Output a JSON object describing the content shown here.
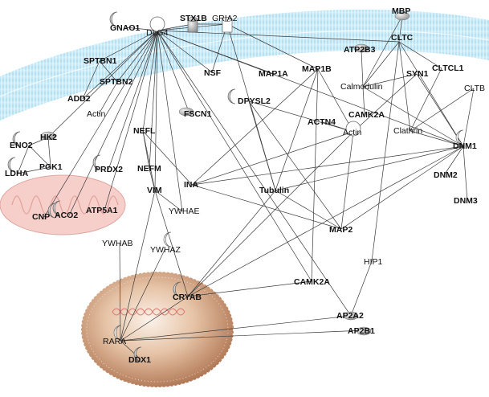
{
  "nodes": [
    {
      "id": "GNAO1",
      "label": "GNAO1",
      "bold": true,
      "shape": "gray-crescent"
    },
    {
      "id": "DLG4",
      "label": "DLG4",
      "bold": false,
      "shape": "white-circle"
    },
    {
      "id": "STX1B",
      "label": "STX1B",
      "bold": true,
      "shape": "gray-cylinder"
    },
    {
      "id": "GRIA2",
      "label": "GRIA2",
      "bold": false,
      "shape": "white-cylinder"
    },
    {
      "id": "MBP",
      "label": "MBP",
      "bold": true,
      "shape": "gray-ellipse"
    },
    {
      "id": "CLTC",
      "label": "CLTC",
      "bold": true,
      "shape": "none"
    },
    {
      "id": "ATP2B3",
      "label": "ATP2B3",
      "bold": true,
      "shape": "gray-ellipse"
    },
    {
      "id": "CLTCL1",
      "label": "CLTCL1",
      "bold": true,
      "shape": "none"
    },
    {
      "id": "SYN1",
      "label": "SYN1",
      "bold": true,
      "shape": "none"
    },
    {
      "id": "CLTB",
      "label": "CLTB",
      "bold": false,
      "shape": "none"
    },
    {
      "id": "Calmodulin",
      "label": "Calmodulin",
      "bold": false,
      "shape": "none"
    },
    {
      "id": "CAMK2A_top",
      "label": "CAMK2A",
      "bold": true,
      "shape": "none"
    },
    {
      "id": "Clathrin",
      "label": "Clathrin",
      "bold": false,
      "shape": "none"
    },
    {
      "id": "DNM1",
      "label": "DNM1",
      "bold": true,
      "shape": "white-crescent"
    },
    {
      "id": "DNM2",
      "label": "DNM2",
      "bold": true,
      "shape": "none"
    },
    {
      "id": "DNM3",
      "label": "DNM3",
      "bold": true,
      "shape": "none"
    },
    {
      "id": "SPTBN1",
      "label": "SPTBN1",
      "bold": true,
      "shape": "none"
    },
    {
      "id": "SPTBN2",
      "label": "SPTBN2",
      "bold": true,
      "shape": "none"
    },
    {
      "id": "ADD2",
      "label": "ADD2",
      "bold": true,
      "shape": "none"
    },
    {
      "id": "Actin_left",
      "label": "Actin",
      "bold": false,
      "shape": "none"
    },
    {
      "id": "NSF",
      "label": "NSF",
      "bold": true,
      "shape": "none"
    },
    {
      "id": "MAP1A",
      "label": "MAP1A",
      "bold": true,
      "shape": "none"
    },
    {
      "id": "MAP1B",
      "label": "MAP1B",
      "bold": true,
      "shape": "none"
    },
    {
      "id": "DPYSL2",
      "label": "DPYSL2",
      "bold": true,
      "shape": "gray-crescent"
    },
    {
      "id": "ACTN4",
      "label": "ACTN4",
      "bold": true,
      "shape": "none"
    },
    {
      "id": "Actin",
      "label": "Actin",
      "bold": false,
      "shape": "white-circle"
    },
    {
      "id": "FSCN1",
      "label": "FSCN1",
      "bold": true,
      "shape": "gray-ellipse"
    },
    {
      "id": "HK2",
      "label": "HK2",
      "bold": true,
      "shape": "gray-ellipse"
    },
    {
      "id": "ENO2",
      "label": "ENO2",
      "bold": true,
      "shape": "gray-crescent"
    },
    {
      "id": "PGK1",
      "label": "PGK1",
      "bold": true,
      "shape": "none"
    },
    {
      "id": "LDHA",
      "label": "LDHA",
      "bold": true,
      "shape": "gray-crescent"
    },
    {
      "id": "CNP",
      "label": "CNP",
      "bold": true,
      "shape": "gray-crescent"
    },
    {
      "id": "ACO2",
      "label": "ACO2",
      "bold": true,
      "shape": "gray-crescent"
    },
    {
      "id": "PRDX2",
      "label": "PRDX2",
      "bold": true,
      "shape": "gray-crescent"
    },
    {
      "id": "ATP5A1",
      "label": "ATP5A1",
      "bold": true,
      "shape": "none"
    },
    {
      "id": "NEFL",
      "label": "NEFL",
      "bold": true,
      "shape": "none"
    },
    {
      "id": "NEFM",
      "label": "NEFM",
      "bold": true,
      "shape": "none"
    },
    {
      "id": "VIM",
      "label": "VIM",
      "bold": true,
      "shape": "none"
    },
    {
      "id": "YWHAE",
      "label": "YWHAE",
      "bold": false,
      "shape": "none"
    },
    {
      "id": "INA",
      "label": "INA",
      "bold": true,
      "shape": "none"
    },
    {
      "id": "Tubulin",
      "label": "Tubulin",
      "bold": true,
      "shape": "none"
    },
    {
      "id": "MAP2",
      "label": "MAP2",
      "bold": true,
      "shape": "none"
    },
    {
      "id": "YWHAB",
      "label": "YWHAB",
      "bold": false,
      "shape": "none"
    },
    {
      "id": "YWHAZ",
      "label": "YWHAZ",
      "bold": false,
      "shape": "white-crescent"
    },
    {
      "id": "HIP1",
      "label": "HIP1",
      "bold": false,
      "shape": "none"
    },
    {
      "id": "CAMK2A",
      "label": "CAMK2A",
      "bold": true,
      "shape": "none"
    },
    {
      "id": "CRYAB",
      "label": "CRYAB",
      "bold": true,
      "shape": "gray-crescent"
    },
    {
      "id": "AP2A2",
      "label": "AP2A2",
      "bold": true,
      "shape": "gray-ellipse"
    },
    {
      "id": "AP2B1",
      "label": "AP2B1",
      "bold": true,
      "shape": "gray-ellipse"
    },
    {
      "id": "RARA",
      "label": "RARA",
      "bold": false,
      "shape": "white-crescent"
    },
    {
      "id": "DDX1",
      "label": "DDX1",
      "bold": true,
      "shape": "gray-crescent"
    }
  ],
  "edges": [
    [
      "DLG4",
      "GNAO1"
    ],
    [
      "DLG4",
      "STX1B"
    ],
    [
      "DLG4",
      "GRIA2"
    ],
    [
      "DLG4",
      "SPTBN1"
    ],
    [
      "DLG4",
      "SPTBN2"
    ],
    [
      "DLG4",
      "NSF"
    ],
    [
      "DLG4",
      "MAP1A"
    ],
    [
      "DLG4",
      "FSCN1"
    ],
    [
      "DLG4",
      "NEFL"
    ],
    [
      "DLG4",
      "NEFM"
    ],
    [
      "DLG4",
      "VIM"
    ],
    [
      "DLG4",
      "YWHAE"
    ],
    [
      "DLG4",
      "PRDX2"
    ],
    [
      "DLG4",
      "ATP5A1"
    ],
    [
      "DLG4",
      "ACO2"
    ],
    [
      "DLG4",
      "CNP"
    ],
    [
      "DLG4",
      "HK2"
    ],
    [
      "DLG4",
      "ADD2"
    ],
    [
      "DLG4",
      "CLTC"
    ],
    [
      "DLG4",
      "CAMK2A"
    ],
    [
      "DLG4",
      "AP2A2"
    ],
    [
      "DLG4",
      "DNM1"
    ],
    [
      "GRIA2",
      "NSF"
    ],
    [
      "GRIA2",
      "MAP1B"
    ],
    [
      "GRIA2",
      "Tubulin"
    ],
    [
      "STX1B",
      "GRIA2"
    ],
    [
      "SPTBN1",
      "SPTBN2"
    ],
    [
      "SPTBN1",
      "ADD2"
    ],
    [
      "SPTBN2",
      "Actin_left"
    ],
    [
      "HK2",
      "ENO2"
    ],
    [
      "HK2",
      "PGK1"
    ],
    [
      "ENO2",
      "PGK1"
    ],
    [
      "ENO2",
      "LDHA"
    ],
    [
      "PGK1",
      "LDHA"
    ],
    [
      "MBP",
      "CLTC"
    ],
    [
      "MBP",
      "Calmodulin"
    ],
    [
      "CLTC",
      "CLTCL1"
    ],
    [
      "CLTC",
      "Clathrin"
    ],
    [
      "CLTC",
      "DNM1"
    ],
    [
      "CLTC",
      "HIP1"
    ],
    [
      "CLTC",
      "Calmodulin"
    ],
    [
      "ATP2B3",
      "Calmodulin"
    ],
    [
      "Calmodulin",
      "CAMK2A_top"
    ],
    [
      "Calmodulin",
      "SYN1"
    ],
    [
      "Calmodulin",
      "DNM1"
    ],
    [
      "SYN1",
      "Actin"
    ],
    [
      "SYN1",
      "DNM1"
    ],
    [
      "CLTCL1",
      "Clathrin"
    ],
    [
      "CLTB",
      "Clathrin"
    ],
    [
      "CLTB",
      "DNM1"
    ],
    [
      "Clathrin",
      "DNM1"
    ],
    [
      "DNM1",
      "DNM2"
    ],
    [
      "DNM1",
      "DNM3"
    ],
    [
      "DNM1",
      "INA"
    ],
    [
      "DNM1",
      "MAP2"
    ],
    [
      "DNM1",
      "Tubulin"
    ],
    [
      "DNM1",
      "CRYAB"
    ],
    [
      "MAP1B",
      "INA"
    ],
    [
      "MAP1B",
      "Tubulin"
    ],
    [
      "MAP1B",
      "Actin"
    ],
    [
      "MAP1B",
      "CAMK2A"
    ],
    [
      "DPYSL2",
      "Actin"
    ],
    [
      "DPYSL2",
      "Tubulin"
    ],
    [
      "DPYSL2",
      "MAP2"
    ],
    [
      "ACTN4",
      "Actin"
    ],
    [
      "Actin",
      "INA"
    ],
    [
      "Actin",
      "MAP2"
    ],
    [
      "Actin",
      "CRYAB"
    ],
    [
      "NEFL",
      "NEFM"
    ],
    [
      "NEFL",
      "INA"
    ],
    [
      "NEFL",
      "VIM"
    ],
    [
      "NEFM",
      "VIM"
    ],
    [
      "VIM",
      "CRYAB"
    ],
    [
      "VIM",
      "YWHAE"
    ],
    [
      "VIM",
      "RARA"
    ],
    [
      "INA",
      "MAP2"
    ],
    [
      "Tubulin",
      "CRYAB"
    ],
    [
      "Tubulin",
      "MAP2"
    ],
    [
      "YWHAB",
      "RARA"
    ],
    [
      "YWHAZ",
      "RARA"
    ],
    [
      "HIP1",
      "AP2A2"
    ],
    [
      "RARA",
      "AP2A2"
    ],
    [
      "RARA",
      "AP2B1"
    ],
    [
      "RARA",
      "CRYAB"
    ],
    [
      "RARA",
      "DDX1"
    ],
    [
      "CAMK2A",
      "CRYAB"
    ]
  ]
}
